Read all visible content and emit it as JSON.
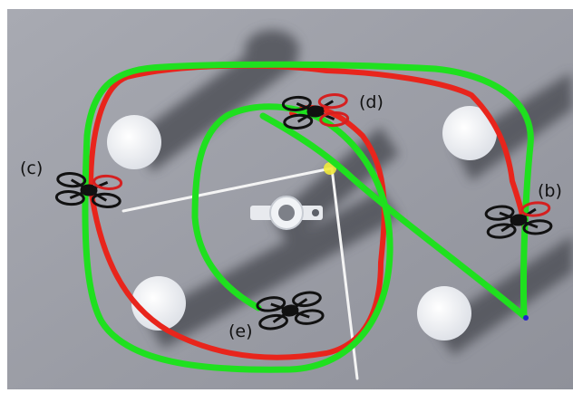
{
  "colors": {
    "ground": "#9ea0a8",
    "shadow": "#4f5058",
    "pillar": "#eef0f3",
    "planned_path": "#e8251c",
    "flown_path": "#1fe01f",
    "goal_marker": "#f2ea3a",
    "drone_body": "#111111"
  },
  "drones": [
    {
      "id": "b",
      "label": "(b)"
    },
    {
      "id": "c",
      "label": "(c)"
    },
    {
      "id": "d",
      "label": "(d)"
    },
    {
      "id": "e",
      "label": "(e)"
    }
  ],
  "icons": [
    "quadcopter-icon",
    "pillar-icon",
    "robot-icon",
    "goal-marker-icon"
  ]
}
